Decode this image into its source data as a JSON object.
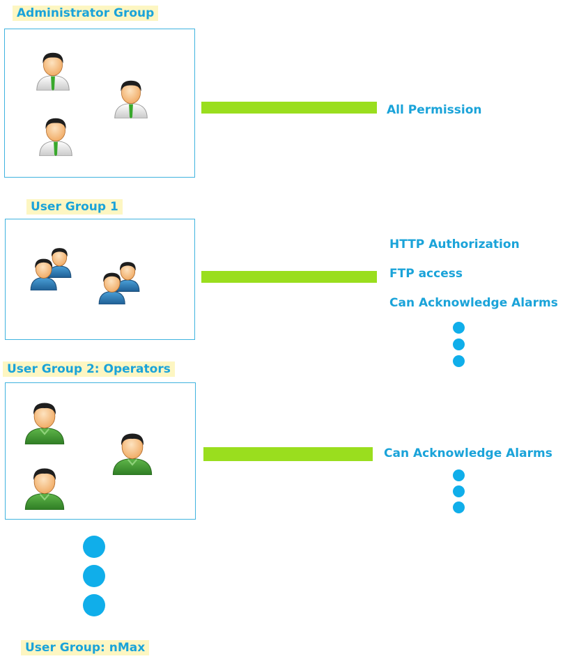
{
  "colors": {
    "accent_text": "#1aa3d9",
    "box_border": "#3fb3df",
    "bar": "#9ade1e",
    "dot": "#10aeea",
    "label_highlight": "#fdf6c2"
  },
  "groups": [
    {
      "label": "Administrator Group",
      "icon": "businessman-icon",
      "permissions": [
        "All Permission"
      ]
    },
    {
      "label": "User Group 1",
      "icon": "user-pair-icon",
      "permissions": [
        "HTTP Authorization",
        "FTP access",
        "Can Acknowledge Alarms"
      ]
    },
    {
      "label": "User Group 2: Operators",
      "icon": "operator-icon",
      "permissions": [
        "Can Acknowledge Alarms"
      ]
    },
    {
      "label": "User Group: nMax"
    }
  ]
}
